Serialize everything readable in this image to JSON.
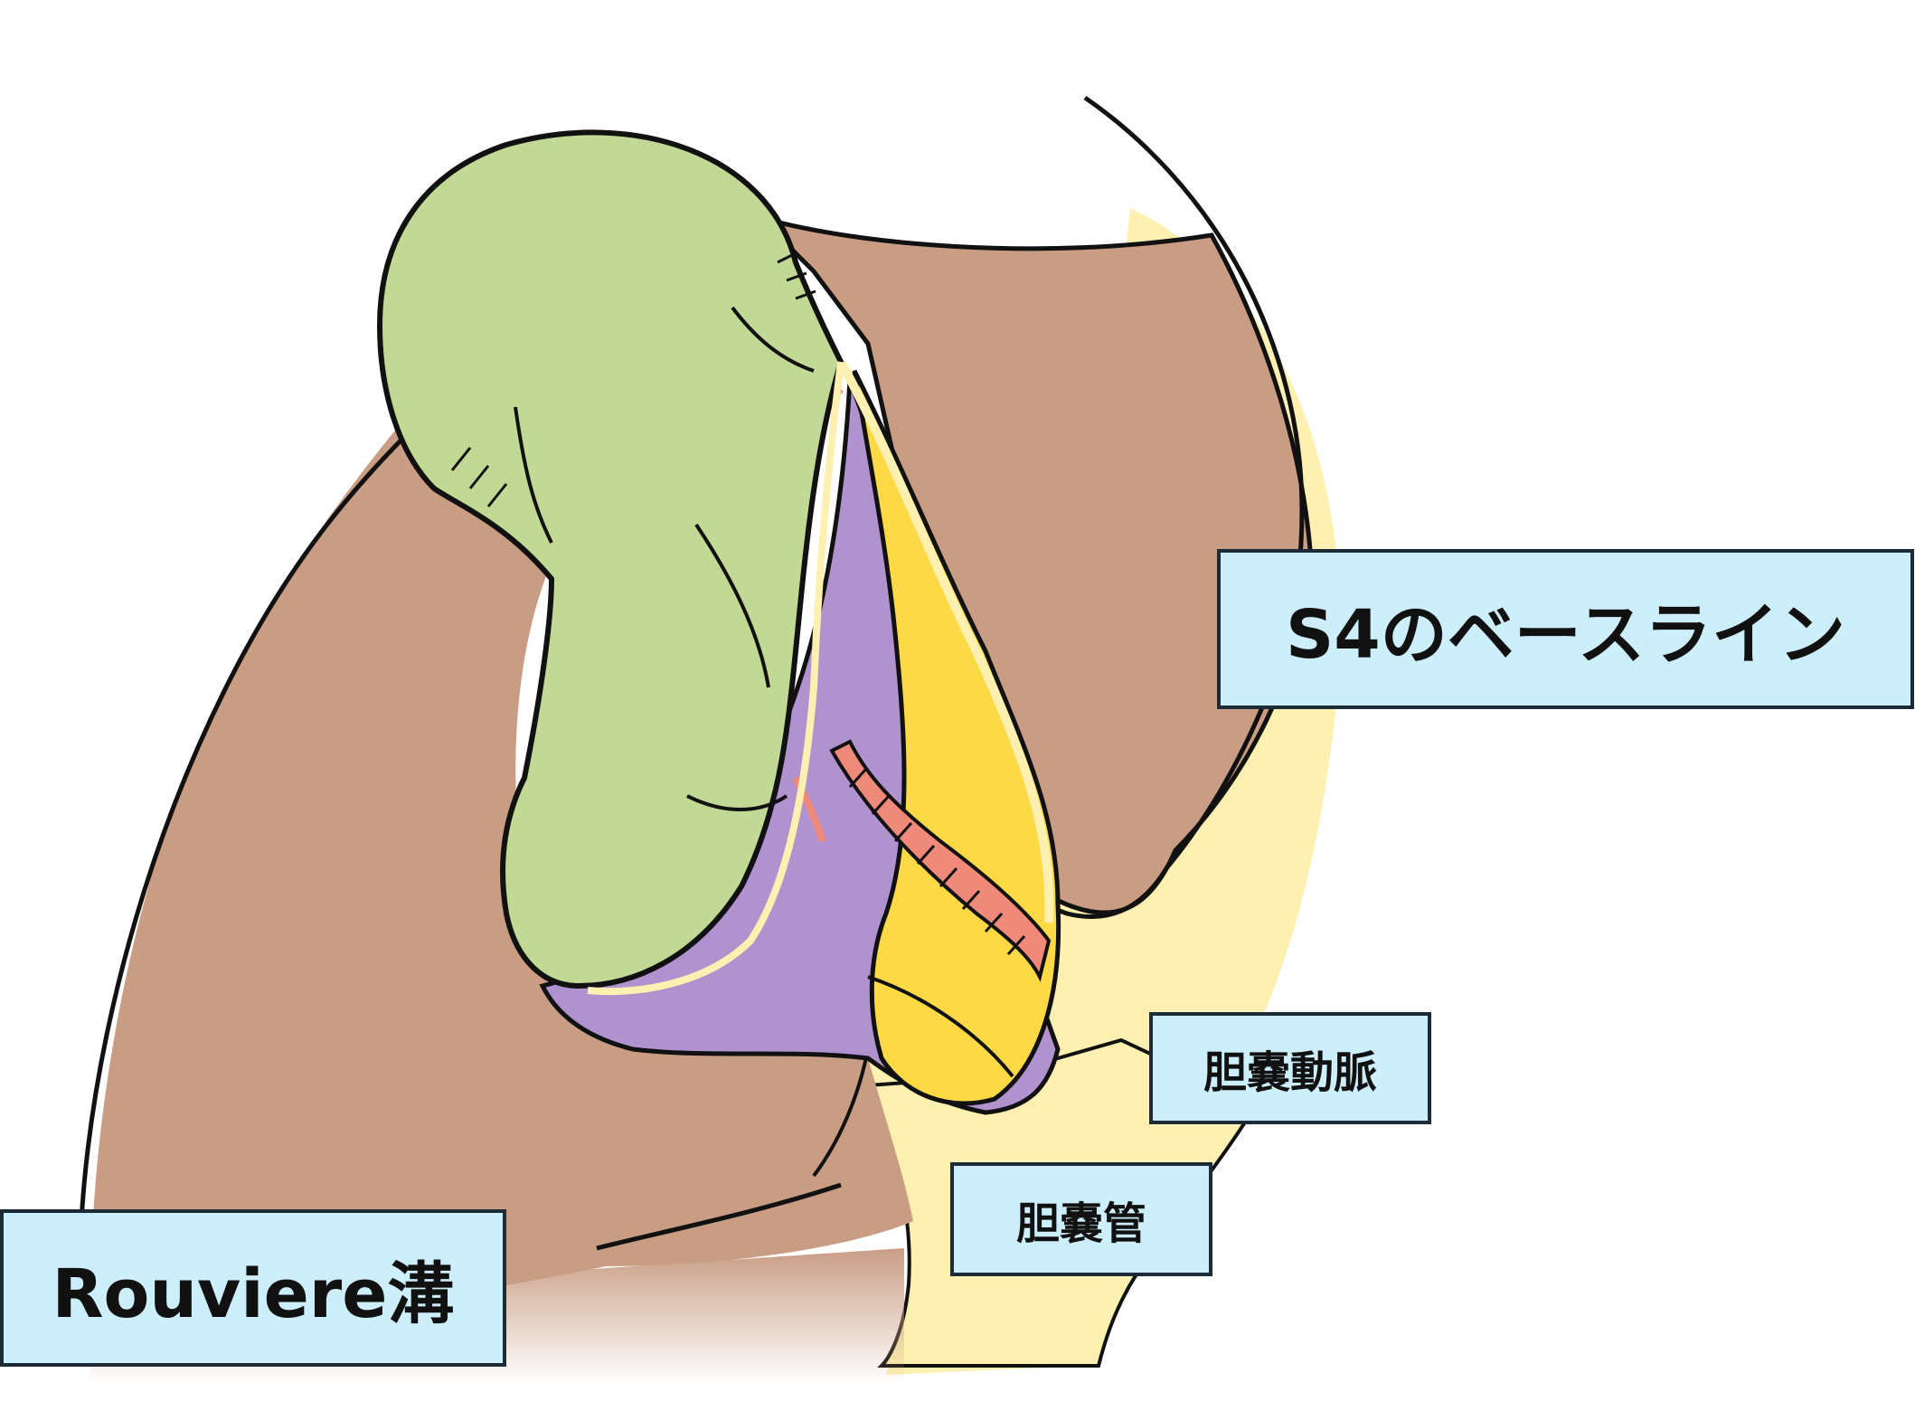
{
  "labels": {
    "s4_baseline": "S4のベースライン",
    "cystic_artery": "胆嚢動脈",
    "cystic_duct": "胆嚢管",
    "rouviere_sulcus": "Rouviere溝"
  },
  "colors": {
    "liver": "#c99d84",
    "gallbladder": "#c1d995",
    "hepatoduodenal_ligament": "#b092cf",
    "fat_yellow": "#fdd945",
    "pale_yellow": "#fdf0b0",
    "artery": "#ef8a7a",
    "outline": "#111111",
    "label_fill": "#cdeefb",
    "label_border": "#1c2b38"
  }
}
